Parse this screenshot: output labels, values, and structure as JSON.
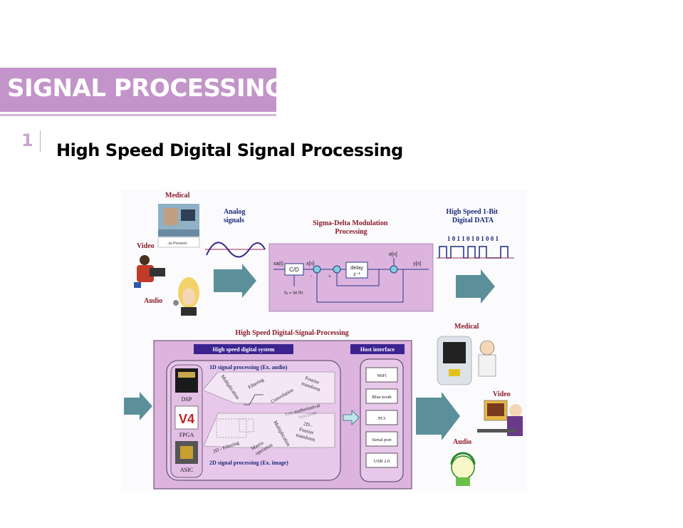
{
  "title": "SIGNAL PROCESSING",
  "section_number": "1",
  "subtitle": "High Speed Digital Signal Processing",
  "colors": {
    "title_bar": "#c394c9",
    "block_fill": "#dcb4de",
    "block_border": "#3a2a6a",
    "header_bar": "#3b2490",
    "arrow": "#3e7c88",
    "heading_red": "#8b1a2a",
    "heading_navy": "#1b2a7a"
  },
  "diagram": {
    "top_left": {
      "medical": "Medical",
      "present": "..to Present",
      "video": "Video",
      "audio": "Audio",
      "analog": "Analog\nsignals"
    },
    "sigma_delta": {
      "title": "Sigma-Delta Modulation\nProcessing",
      "xa": "xa(t)",
      "cd": "C/D",
      "xn": "x[n]",
      "en": "e[n]",
      "delay": "delay",
      "z": "z⁻¹",
      "yn": "y[n]",
      "fs": "fs = M·fN"
    },
    "output": {
      "title": "High Speed 1-Bit\nDigital DATA",
      "bits": "1 0 1 1 0 1 0 1 0 0 1"
    },
    "dsp_block": {
      "title": "High Speed Digital-Signal-Processing",
      "system_label": "High speed digital system",
      "host_label": "Host interface",
      "one_d": "1D signal processing (Ex. audio)",
      "two_d": "2D signal processing (Ex. image)",
      "chips": [
        "DSP",
        "FPGA",
        "ASIC"
      ],
      "ops_1d": [
        "Multiplication",
        "Filtering",
        "Fourier\ntransform",
        "Convolution",
        "Any mathematical\nfunctions"
      ],
      "ops_2d": [
        "2D - Filtering",
        "Matrix\noperation",
        "Multiplication",
        "2D -\nFourier\ntransform"
      ],
      "interfaces": [
        "WiFi",
        "Blue tooth",
        "PCI",
        "Serial port",
        "USB 2.0"
      ]
    },
    "right_bottom": {
      "medical": "Medical",
      "video": "Video",
      "audio": "Audio"
    }
  }
}
